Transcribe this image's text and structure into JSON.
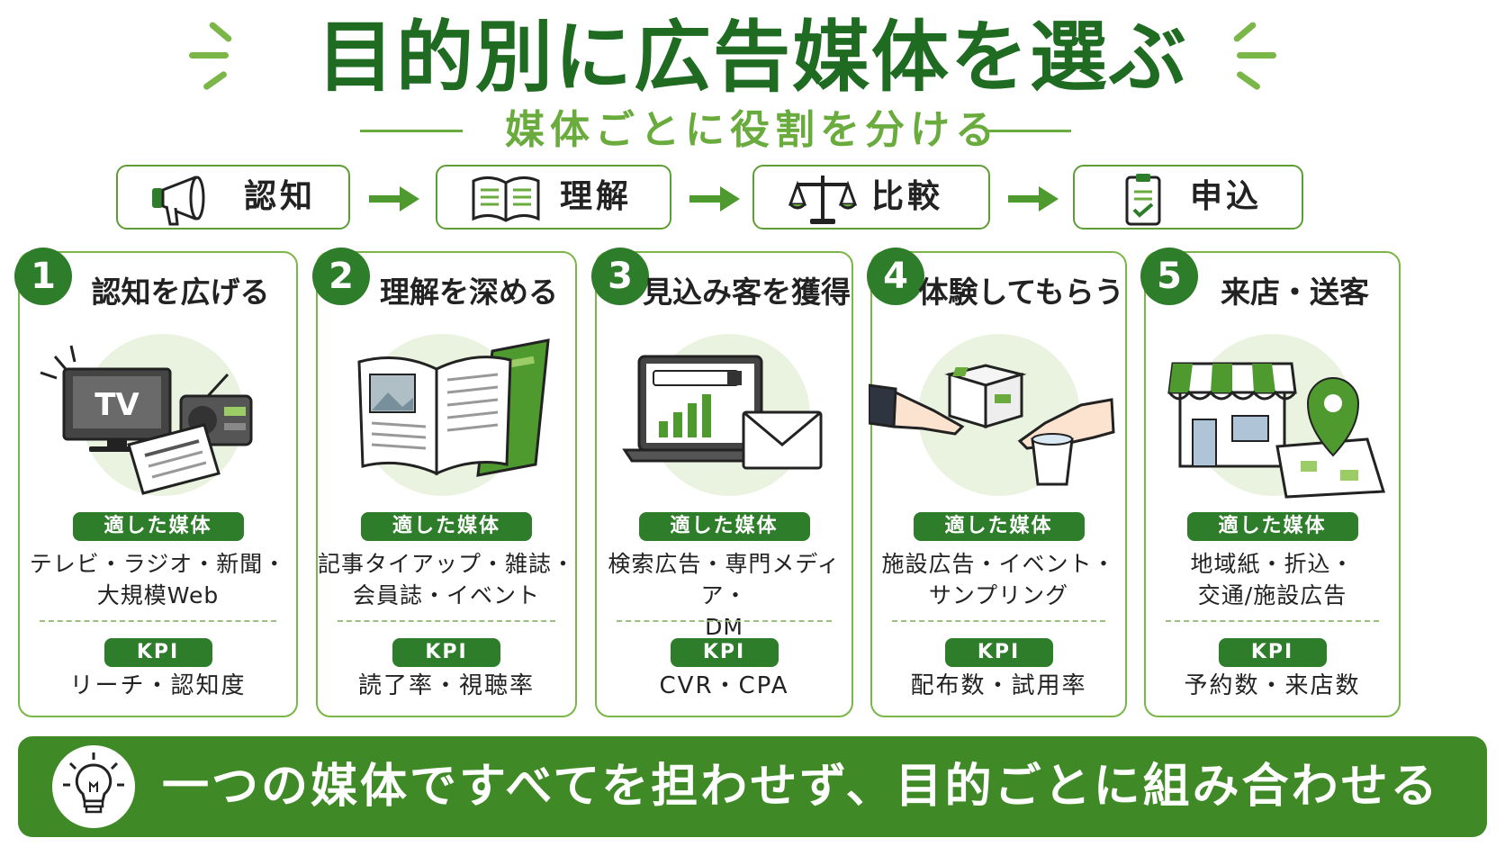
{
  "title": "目的別に広告媒体を選ぶ",
  "subtitle": "媒体ごとに役割を分ける",
  "funnel": [
    {
      "label": "認知",
      "icon": "megaphone-icon"
    },
    {
      "label": "理解",
      "icon": "open-book-icon"
    },
    {
      "label": "比較",
      "icon": "scale-icon"
    },
    {
      "label": "申込",
      "icon": "clipboard-check-icon"
    }
  ],
  "cards": [
    {
      "num": "1",
      "title": "認知を広げる",
      "illustration": "tv-radio-newspaper-icon",
      "media_label": "適した媒体",
      "media_line1": "テレビ・ラジオ・新聞・",
      "media_line2": "大規模Web",
      "kpi_label": "KPI",
      "kpi": "リーチ・認知度",
      "tv_text": "TV"
    },
    {
      "num": "2",
      "title": "理解を深める",
      "illustration": "magazine-icon",
      "media_label": "適した媒体",
      "media_line1": "記事タイアップ・雑誌・",
      "media_line2": "会員誌・イベント",
      "kpi_label": "KPI",
      "kpi": "読了率・視聴率"
    },
    {
      "num": "3",
      "title": "見込み客を獲得",
      "illustration": "laptop-envelope-icon",
      "media_label": "適した媒体",
      "media_line1": "検索広告・専門メディア・",
      "media_line2": "DM",
      "kpi_label": "KPI",
      "kpi": "CVR・CPA"
    },
    {
      "num": "4",
      "title": "体験してもらう",
      "illustration": "hands-box-sample-icon",
      "media_label": "適した媒体",
      "media_line1": "施設広告・イベント・",
      "media_line2": "サンプリング",
      "kpi_label": "KPI",
      "kpi": "配布数・試用率"
    },
    {
      "num": "5",
      "title": "来店・送客",
      "illustration": "store-map-pin-icon",
      "media_label": "適した媒体",
      "media_line1": "地域紙・折込・",
      "media_line2": "交通/施設広告",
      "kpi_label": "KPI",
      "kpi": "予約数・来店数"
    }
  ],
  "banner": {
    "text": "一つの媒体ですべてを担わせず、目的ごとに組み合わせる",
    "icon": "lightbulb-icon"
  },
  "colors": {
    "dark_green": "#1f6b22",
    "green": "#2e7d2a",
    "light_green": "#7ab648",
    "pale_green": "#eaf3df"
  }
}
